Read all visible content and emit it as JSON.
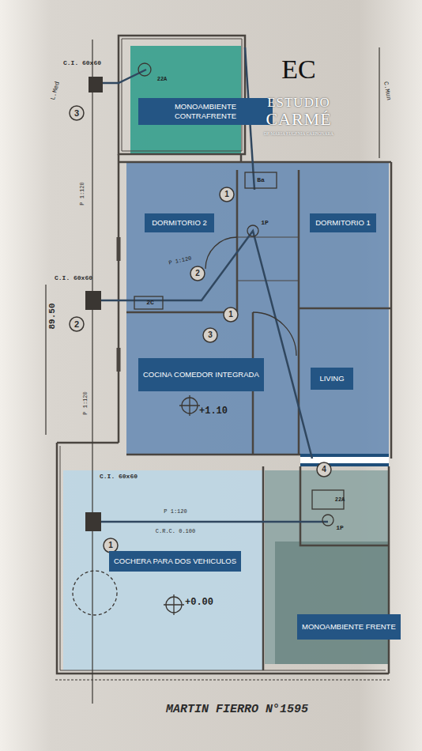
{
  "diagram": {
    "nodes": [
      {
        "text": [
          "MONOAMBIENTE CONTRAFRENTE"
        ]
      },
      {
        "text": [
          "DORMITORIO 2"
        ]
      },
      {
        "text": [
          "DORMITORIO 1"
        ]
      },
      {
        "text": [
          "COCINA COMEDOR INTEGRADA"
        ]
      },
      {
        "text": [
          "LIVING"
        ]
      },
      {
        "text": [
          "COCHERA PARA DOS VEHICULOS"
        ]
      },
      {
        "text": [
          "MONOAMBIENTE FRENTE"
        ]
      }
    ],
    "labels": [
      "EC",
      "ESTUDIO",
      "CARMÉ",
      "DE MARIA EUGENIA CARBONARA",
      "C.I. 60x60",
      "3",
      "L.Med",
      "C.Mun",
      "P 1:120",
      "C.I. 60x60",
      "2",
      "89.50",
      "P 1:120",
      "1",
      "2",
      "1",
      "3",
      "4",
      "C.I. 60x60",
      "1",
      "P 1:120",
      "C.R.C. 0.100",
      "+1.10",
      "+0.00",
      "MARTIN FIERRO N°1595",
      "2C",
      "1P",
      "1P",
      "Ba",
      "22A",
      "22A",
      "P 1:120"
    ]
  }
}
